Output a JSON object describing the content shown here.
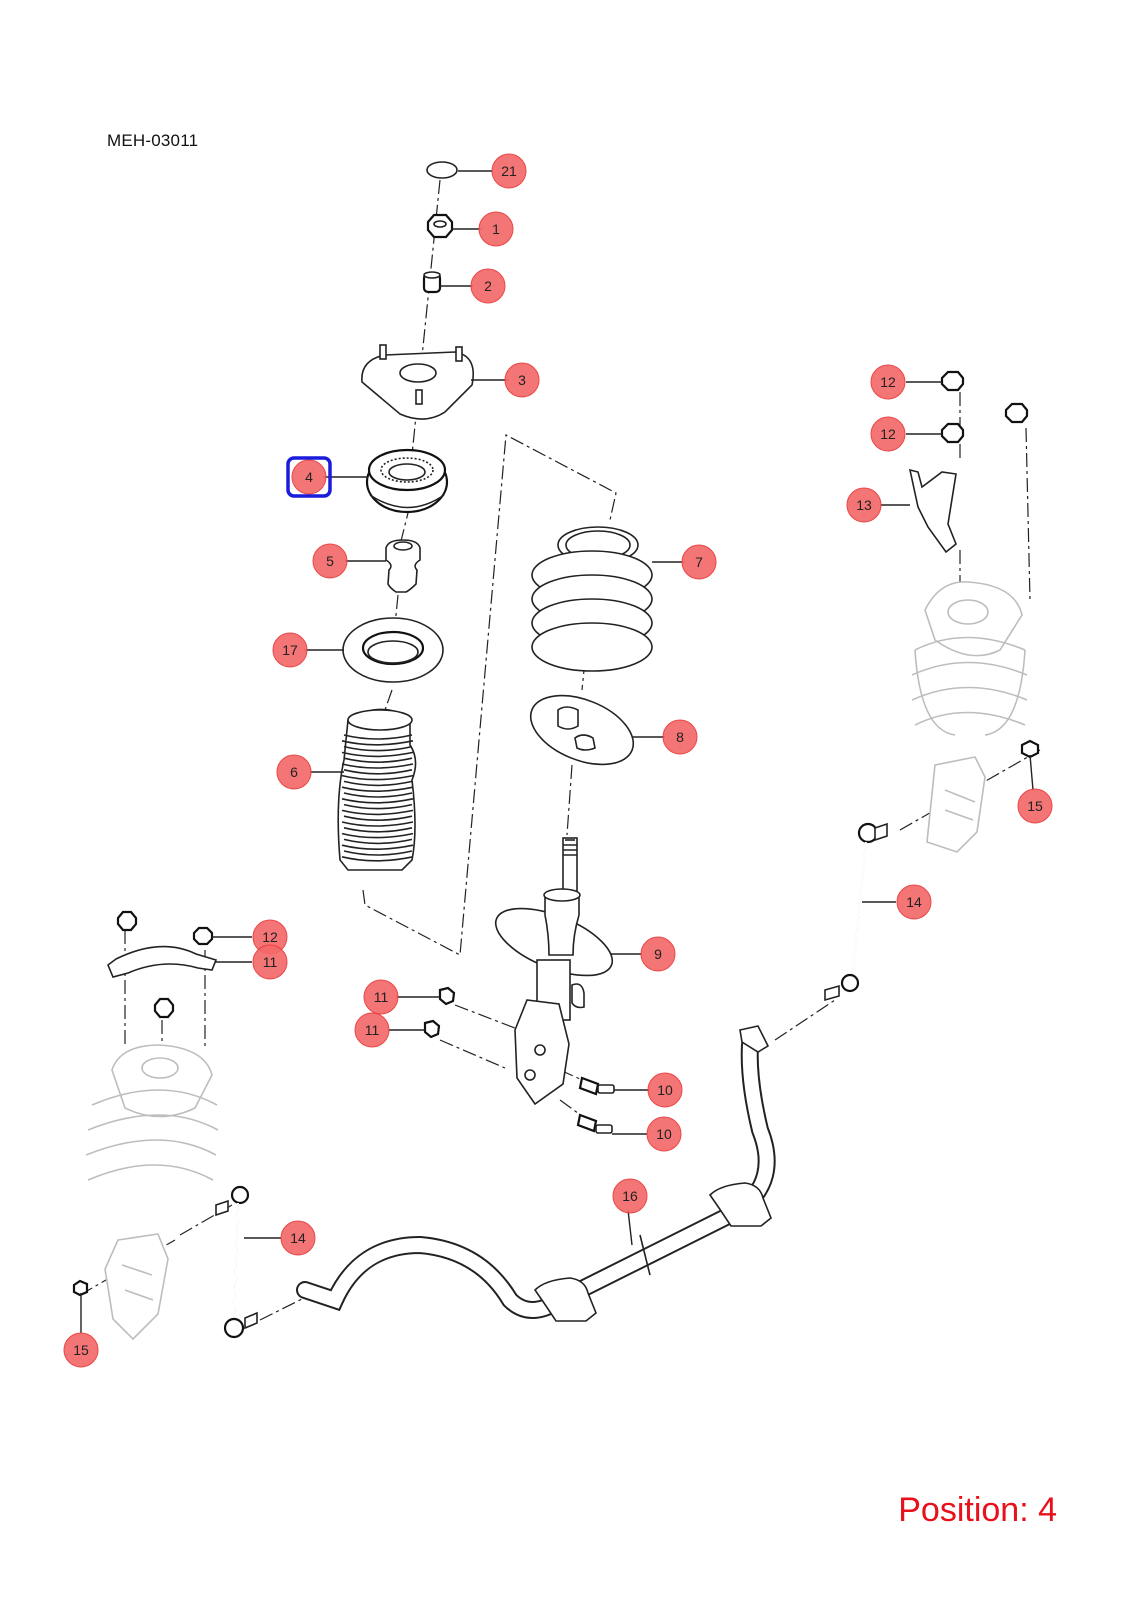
{
  "diagram_code": "MEH-03011",
  "position_label": "Position: 4",
  "highlighted_callout": "4",
  "callouts": [
    {
      "id": "c21",
      "label": "21"
    },
    {
      "id": "c1",
      "label": "1"
    },
    {
      "id": "c2",
      "label": "2"
    },
    {
      "id": "c3",
      "label": "3"
    },
    {
      "id": "c4",
      "label": "4"
    },
    {
      "id": "c5",
      "label": "5"
    },
    {
      "id": "c17",
      "label": "17"
    },
    {
      "id": "c6",
      "label": "6"
    },
    {
      "id": "c7",
      "label": "7"
    },
    {
      "id": "c8",
      "label": "8"
    },
    {
      "id": "c9",
      "label": "9"
    },
    {
      "id": "c11a",
      "label": "11"
    },
    {
      "id": "c11b",
      "label": "11"
    },
    {
      "id": "c10a",
      "label": "10"
    },
    {
      "id": "c10b",
      "label": "10"
    },
    {
      "id": "c12a",
      "label": "12"
    },
    {
      "id": "c12b",
      "label": "12"
    },
    {
      "id": "c13",
      "label": "13"
    },
    {
      "id": "c15a",
      "label": "15"
    },
    {
      "id": "c14a",
      "label": "14"
    },
    {
      "id": "c12c",
      "label": "12"
    },
    {
      "id": "c11c",
      "label": "11"
    },
    {
      "id": "c14b",
      "label": "14"
    },
    {
      "id": "c15b",
      "label": "15"
    },
    {
      "id": "c16",
      "label": "16"
    }
  ],
  "colors": {
    "callout_fill": "#f46a6a",
    "highlight": "#1b1bdc",
    "position_text": "#e8101a"
  }
}
